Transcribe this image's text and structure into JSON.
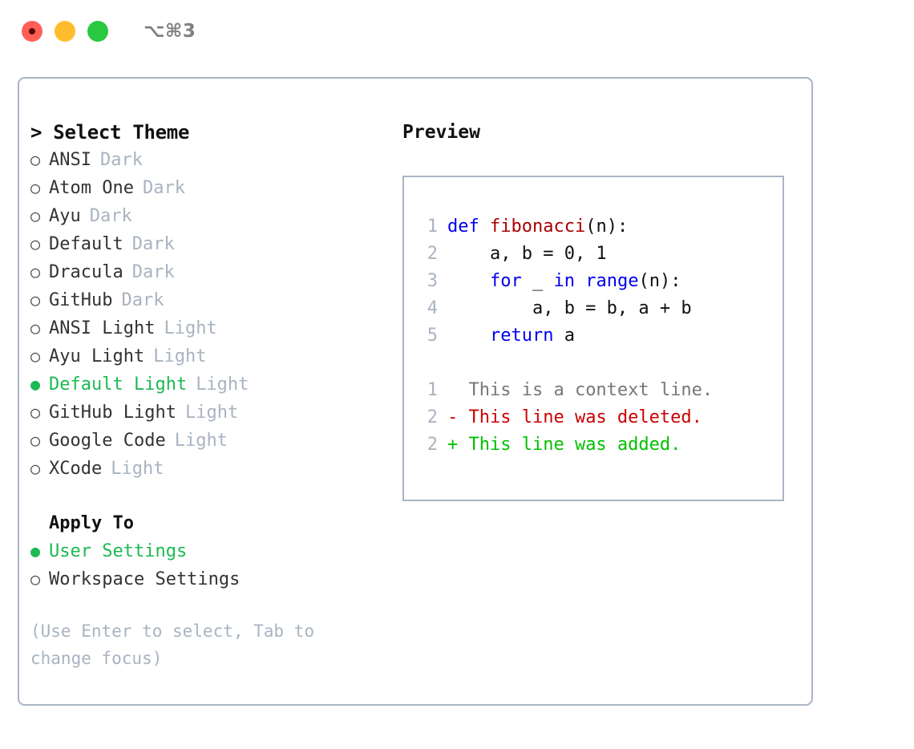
{
  "window": {
    "traffic_lights": [
      "close",
      "minimize",
      "maximize"
    ],
    "shortcut_label": "⌥⌘3"
  },
  "colors": {
    "accent_green": "#1db954",
    "muted": "#a9b3c1",
    "border": "#aab4c4",
    "keyword_blue": "#0000ee",
    "function_red": "#aa0000",
    "diff_delete": "#cc0000",
    "diff_add": "#00c000",
    "diff_context": "#777777"
  },
  "theme_picker": {
    "heading": "> Select Theme",
    "bullet_selected": "●",
    "bullet_unselected": "○",
    "items": [
      {
        "name": "ANSI",
        "kind": "Dark",
        "selected": false
      },
      {
        "name": "Atom One",
        "kind": "Dark",
        "selected": false
      },
      {
        "name": "Ayu",
        "kind": "Dark",
        "selected": false
      },
      {
        "name": "Default",
        "kind": "Dark",
        "selected": false
      },
      {
        "name": "Dracula",
        "kind": "Dark",
        "selected": false
      },
      {
        "name": "GitHub",
        "kind": "Dark",
        "selected": false
      },
      {
        "name": "ANSI Light",
        "kind": "Light",
        "selected": false
      },
      {
        "name": "Ayu Light",
        "kind": "Light",
        "selected": false
      },
      {
        "name": "Default Light",
        "kind": "Light",
        "selected": true
      },
      {
        "name": "GitHub Light",
        "kind": "Light",
        "selected": false
      },
      {
        "name": "Google Code",
        "kind": "Light",
        "selected": false
      },
      {
        "name": "XCode",
        "kind": "Light",
        "selected": false
      }
    ]
  },
  "apply_to": {
    "label": "Apply To",
    "items": [
      {
        "name": "User Settings",
        "selected": true
      },
      {
        "name": "Workspace Settings",
        "selected": false
      }
    ]
  },
  "hint": "(Use Enter to select, Tab to change focus)",
  "preview": {
    "title": "Preview",
    "code_lines": [
      {
        "no": "1",
        "tokens": [
          {
            "t": "def ",
            "c": "kw"
          },
          {
            "t": "fibonacci",
            "c": "fn"
          },
          {
            "t": "(n):",
            "c": "pl"
          }
        ]
      },
      {
        "no": "2",
        "tokens": [
          {
            "t": "    a, b = 0, 1",
            "c": "pl"
          }
        ]
      },
      {
        "no": "3",
        "tokens": [
          {
            "t": "    ",
            "c": "pl"
          },
          {
            "t": "for",
            "c": "kw"
          },
          {
            "t": " _ ",
            "c": "pl"
          },
          {
            "t": "in range",
            "c": "kw"
          },
          {
            "t": "(n):",
            "c": "pl"
          }
        ]
      },
      {
        "no": "4",
        "tokens": [
          {
            "t": "        a, b = b, a + b",
            "c": "pl"
          }
        ]
      },
      {
        "no": "5",
        "tokens": [
          {
            "t": "    ",
            "c": "pl"
          },
          {
            "t": "return",
            "c": "kw"
          },
          {
            "t": " a",
            "c": "pl"
          }
        ]
      }
    ],
    "diff_lines": [
      {
        "no": "1",
        "marker": " ",
        "text": "This is a context line.",
        "kind": "ctx"
      },
      {
        "no": "2",
        "marker": "-",
        "text": "This line was deleted.",
        "kind": "del"
      },
      {
        "no": "2",
        "marker": "+",
        "text": "This line was added.",
        "kind": "add"
      }
    ]
  }
}
